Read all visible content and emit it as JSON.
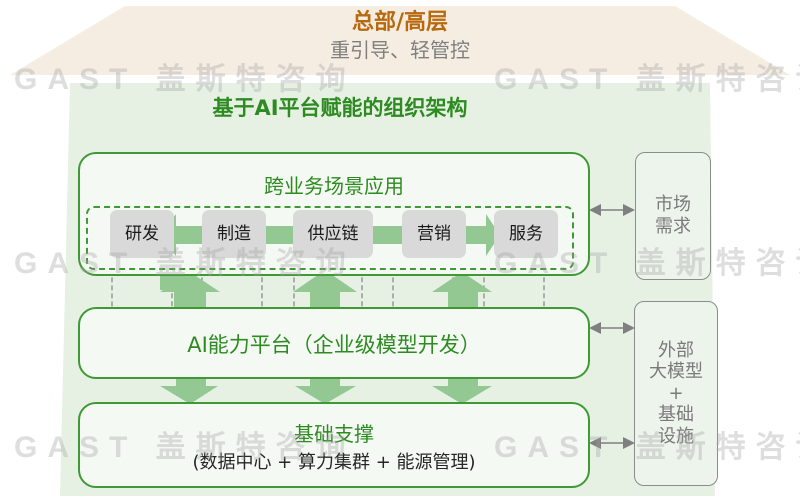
{
  "top": {
    "title": "总部/高层",
    "subtitle": "重引导、轻管控"
  },
  "main_title": "基于AI平台赋能的组织架构",
  "app_layer": {
    "title": "跨业务场景应用",
    "chips": [
      "研发",
      "制造",
      "供应链",
      "营销",
      "服务"
    ]
  },
  "ai_layer": {
    "title": "AI能力平台（企业级模型开发）"
  },
  "base_layer": {
    "title": "基础支撑",
    "subtitle": "(数据中心 + 算力集群 + 能源管理)"
  },
  "side_boxes": {
    "market": {
      "line1": "市场",
      "line2": "需求"
    },
    "external": {
      "line1": "外部",
      "line2": "大模型",
      "line3": "+",
      "line4": "基础",
      "line5": "设施"
    }
  },
  "watermark": "GAST 盖斯特咨询",
  "colors": {
    "brand_green": "#2e8b22",
    "arrow_green": "#94c893",
    "top_brown": "#b8690e",
    "top_bg": "#f5ede2",
    "panel_bg": "#e6f1e4"
  }
}
